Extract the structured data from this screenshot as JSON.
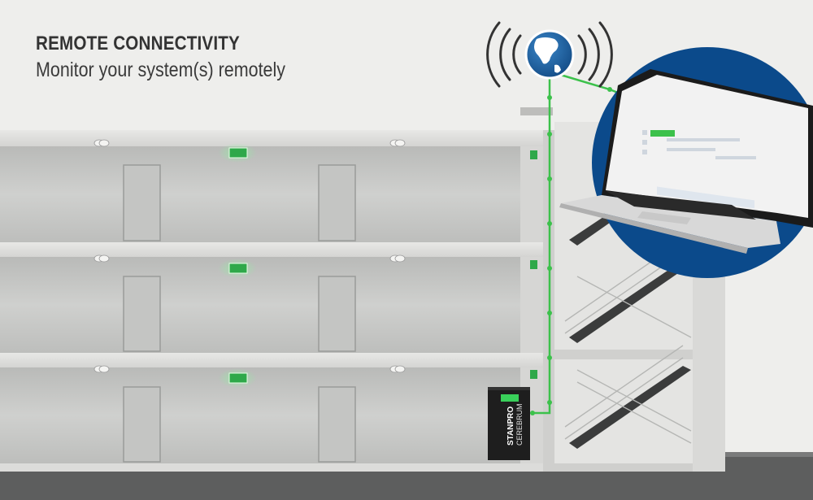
{
  "header": {
    "title": "REMOTE CONNECTIVITY",
    "subtitle": "Monitor your system(s) remotely"
  },
  "panel": {
    "brand": "STANPRO",
    "product": "CEREBRUM"
  },
  "colors": {
    "network_line": "#3cc14b",
    "globe_ocean": "#1c5a9a",
    "laptop_badge": "#0b4a8b",
    "exit_sign": "#2fa84a"
  },
  "icons": {
    "globe": "globe-icon",
    "signal": "wireless-signal-icon",
    "exit": "exit-sign-icon"
  }
}
